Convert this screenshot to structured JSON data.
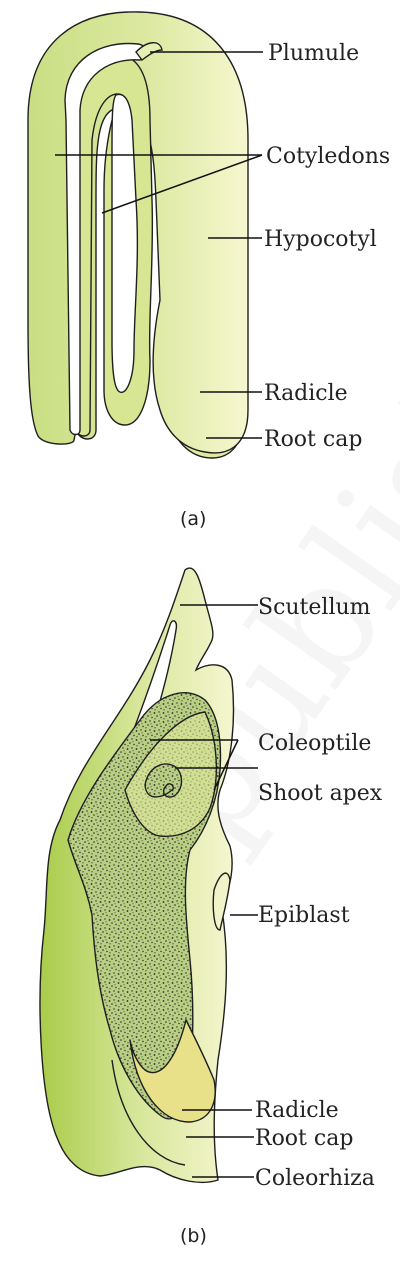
{
  "figure_a": {
    "labels": {
      "plumule": "Plumule",
      "cotyledons": "Cotyledons",
      "hypocotyl": "Hypocotyl",
      "radicle": "Radicle",
      "root_cap": "Root cap"
    },
    "caption": "(a)"
  },
  "figure_b": {
    "labels": {
      "scutellum": "Scutellum",
      "coleoptile": "Coleoptile",
      "shoot_apex": "Shoot apex",
      "epiblast": "Epiblast",
      "radicle": "Radicle",
      "root_cap": "Root cap",
      "coleorhiza": "Coleorhiza"
    },
    "caption": "(b)"
  },
  "watermark": "published",
  "colors": {
    "cotyledon_green": "#d2e48f",
    "light_yellow": "#f4f6c8",
    "embryo_green": "#b8d86a",
    "speckle": "#2a2a2a"
  }
}
